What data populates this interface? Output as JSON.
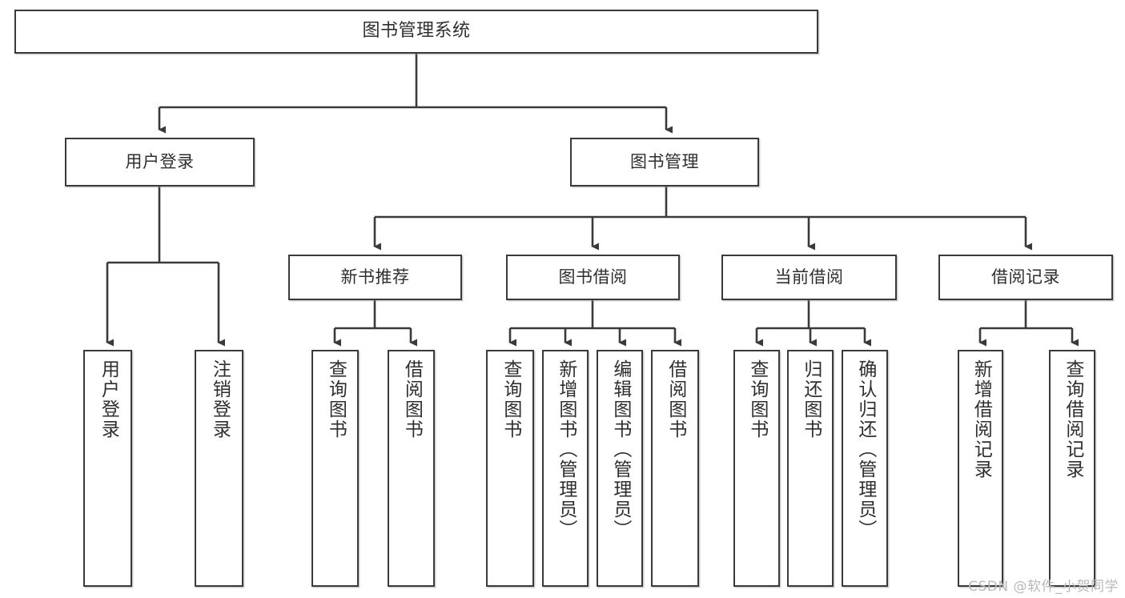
{
  "diagram": {
    "title": "图书管理系统",
    "type": "tree-hierarchy-diagram",
    "watermark": "CSDN @软件_小贺同学",
    "colors": {
      "stroke": "#3a3a3a",
      "fill": "#ffffff",
      "text": "#2f2f2f",
      "watermark": "#b9b9b9",
      "background": "#ffffff"
    }
  },
  "nodes": {
    "root": {
      "label": "图书管理系统"
    },
    "level2": [
      {
        "label": "用户登录"
      },
      {
        "label": "图书管理"
      }
    ],
    "level3": [
      {
        "label": "新书推荐"
      },
      {
        "label": "图书借阅"
      },
      {
        "label": "当前借阅"
      },
      {
        "label": "借阅记录"
      }
    ],
    "leaves": {
      "user_login": [
        {
          "label": "用户登录"
        },
        {
          "label": "注销登录"
        }
      ],
      "new_book": [
        {
          "label": "查询图书"
        },
        {
          "label": "借阅图书"
        }
      ],
      "borrow_book": [
        {
          "label": "查询图书"
        },
        {
          "label": "新增图书（管理员）"
        },
        {
          "label": "编辑图书（管理员）"
        },
        {
          "label": "借阅图书"
        }
      ],
      "current_borrow": [
        {
          "label": "查询图书"
        },
        {
          "label": "归还图书"
        },
        {
          "label": "确认归还（管理员）"
        }
      ],
      "borrow_record": [
        {
          "label": "新增借阅记录"
        },
        {
          "label": "查询借阅记录"
        }
      ]
    }
  }
}
